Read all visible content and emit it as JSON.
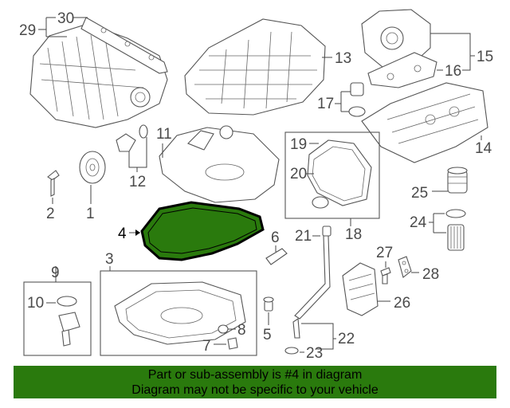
{
  "labels": {
    "l1": "1",
    "l2": "2",
    "l3": "3",
    "l4": "4",
    "l5": "5",
    "l6": "6",
    "l7": "7",
    "l8": "8",
    "l9": "9",
    "l10": "10",
    "l11": "11",
    "l12": "12",
    "l13": "13",
    "l14": "14",
    "l15": "15",
    "l16": "16",
    "l17": "17",
    "l18": "18",
    "l19": "19",
    "l20": "20",
    "l21": "21",
    "l22": "22",
    "l23": "23",
    "l24": "24",
    "l25": "25",
    "l26": "26",
    "l27": "27",
    "l28": "28",
    "l29": "29",
    "l30": "30"
  },
  "highlight": {
    "part_number": "4",
    "color": "#2a7a0d"
  },
  "banner": {
    "line1": "Part or sub-assembly is #4 in diagram",
    "line2": "Diagram may not be specific to your vehicle",
    "background": "#2a7a0d"
  }
}
